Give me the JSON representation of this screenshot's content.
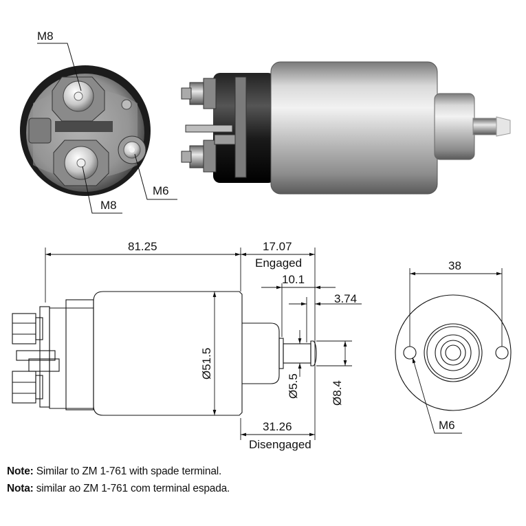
{
  "photo_labels": {
    "terminal_top": "M8",
    "terminal_bottom": "M8",
    "terminal_small": "M6"
  },
  "dimensions": {
    "overall_length": "81.25",
    "engaged_length": "17.07",
    "engaged_label": "Engaged",
    "plunger_step": "10.1",
    "plunger_tip": "3.74",
    "body_diameter": "Ø51.5",
    "shaft_diameter": "Ø5.5",
    "tip_diameter": "Ø8.4",
    "disengaged_length": "31.26",
    "disengaged_label": "Disengaged",
    "mount_spacing": "38",
    "mount_thread": "M6"
  },
  "notes": [
    {
      "label": "Note:",
      "text": " Similar to ZM 1-761 with spade terminal."
    },
    {
      "label": "Nota:",
      "text": " similar ao ZM 1-761 com terminal espada."
    }
  ]
}
